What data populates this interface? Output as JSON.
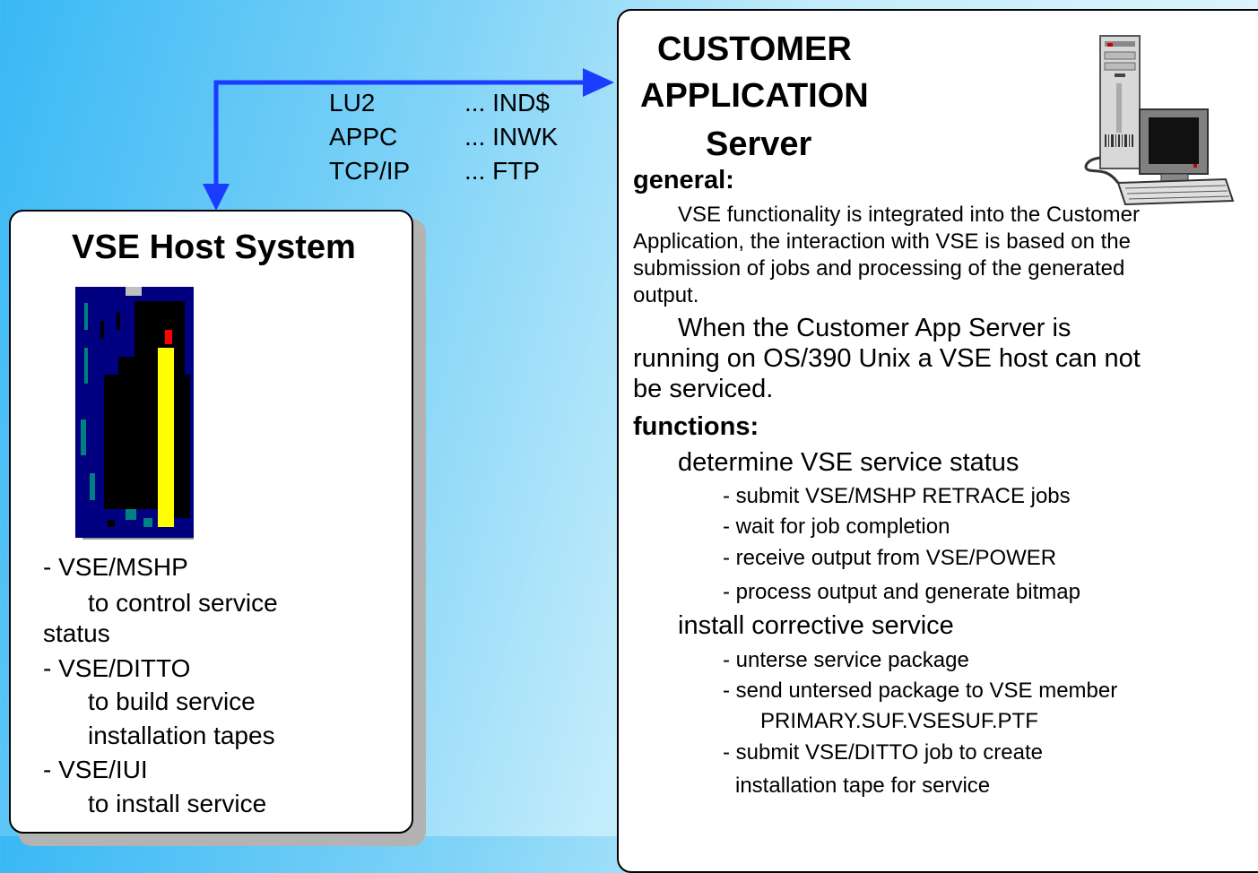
{
  "protocols": [
    {
      "name": "LU2",
      "value": "... IND$"
    },
    {
      "name": "APPC",
      "value": "... INWK"
    },
    {
      "name": "TCP/IP",
      "value": "... FTP"
    }
  ],
  "left": {
    "title": "VSE Host System",
    "items": [
      "- VSE/MSHP",
      "to control service",
      "status",
      "- VSE/DITTO",
      "to build service",
      "installation tapes",
      "- VSE/IUI",
      "to install service"
    ]
  },
  "right": {
    "title1": "CUSTOMER",
    "title2": "APPLICATION",
    "title3": "Server",
    "general_heading": "general:",
    "general_lines": [
      "VSE functionality is integrated into the Customer",
      "Application, the interaction with VSE is based on  the",
      "submission of jobs and processing of the generated",
      "output."
    ],
    "unix_lines": [
      "When the Customer App Server is",
      "running on OS/390 Unix a VSE host can not",
      "be serviced."
    ],
    "functions_heading": "functions:",
    "status_heading": "determine VSE service status",
    "status_items": [
      "- submit VSE/MSHP RETRACE jobs",
      "- wait for job completion",
      "- receive output from VSE/POWER",
      "- process output and generate bitmap"
    ],
    "install_heading": "install corrective service",
    "install_items": [
      "- unterse service package",
      "- send untersed package to VSE member",
      "PRIMARY.SUF.VSESUF.PTF",
      "- submit VSE/DITTO job to create",
      "installation tape for service"
    ]
  },
  "colors": {
    "arrow": "#1a3cff",
    "accent_yellow": "#ffff00",
    "mainframe_blue": "#000080"
  }
}
